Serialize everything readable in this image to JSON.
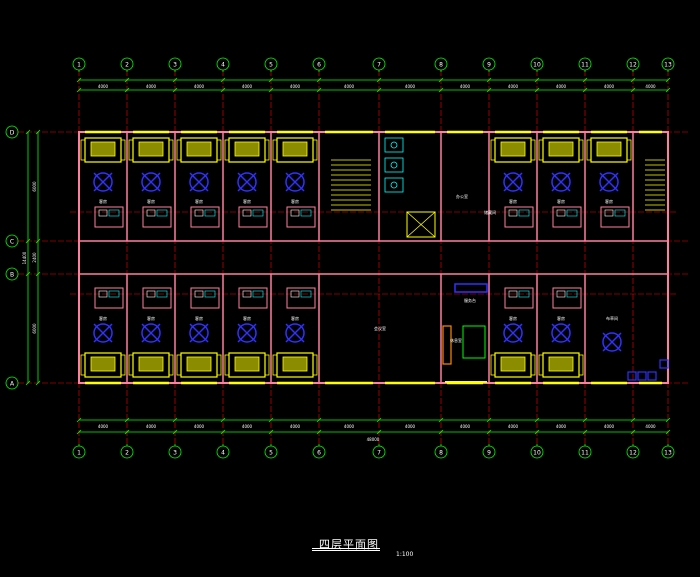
{
  "drawing": {
    "title": "四层平面图",
    "scale": "1:100"
  },
  "grid": {
    "columns": [
      "1",
      "2",
      "3",
      "4",
      "5",
      "6",
      "7",
      "8",
      "9",
      "10",
      "11",
      "12",
      "13"
    ],
    "rows": [
      "D",
      "C",
      "B",
      "A"
    ]
  },
  "dimensions": {
    "top": [
      "4000",
      "4000",
      "4000",
      "4000",
      "4000",
      "4000",
      "4000",
      "4000",
      "4000",
      "4000",
      "4000",
      "4000"
    ],
    "bottom": [
      "4000",
      "4000",
      "4000",
      "4000",
      "4000",
      "4000",
      "4000",
      "4000",
      "4000",
      "4000",
      "4000",
      "4000"
    ],
    "overall": "48000",
    "left": [
      "6000",
      "2400",
      "6000"
    ],
    "left_total": "14400"
  },
  "rooms": {
    "north_guest": [
      "客房",
      "客房",
      "客房",
      "客房",
      "客房",
      "客房",
      "客房",
      "客房"
    ],
    "south_guest": [
      "客房",
      "客房",
      "客房",
      "客房",
      "客房",
      "客房",
      "客房"
    ],
    "office": "办公室",
    "meeting": "会议室",
    "service": "服务台",
    "store": "储藏间",
    "lounge": "休息室",
    "linen": "布草间"
  },
  "colors": {
    "background": "#000000",
    "grid_axis": "#00ff00",
    "grid_center": "#ff0000",
    "wall": "#ff7f9f",
    "furniture": "#ffff00",
    "chair": "#3030ff",
    "fixture": "#00ffff",
    "text": "#ffffff"
  }
}
